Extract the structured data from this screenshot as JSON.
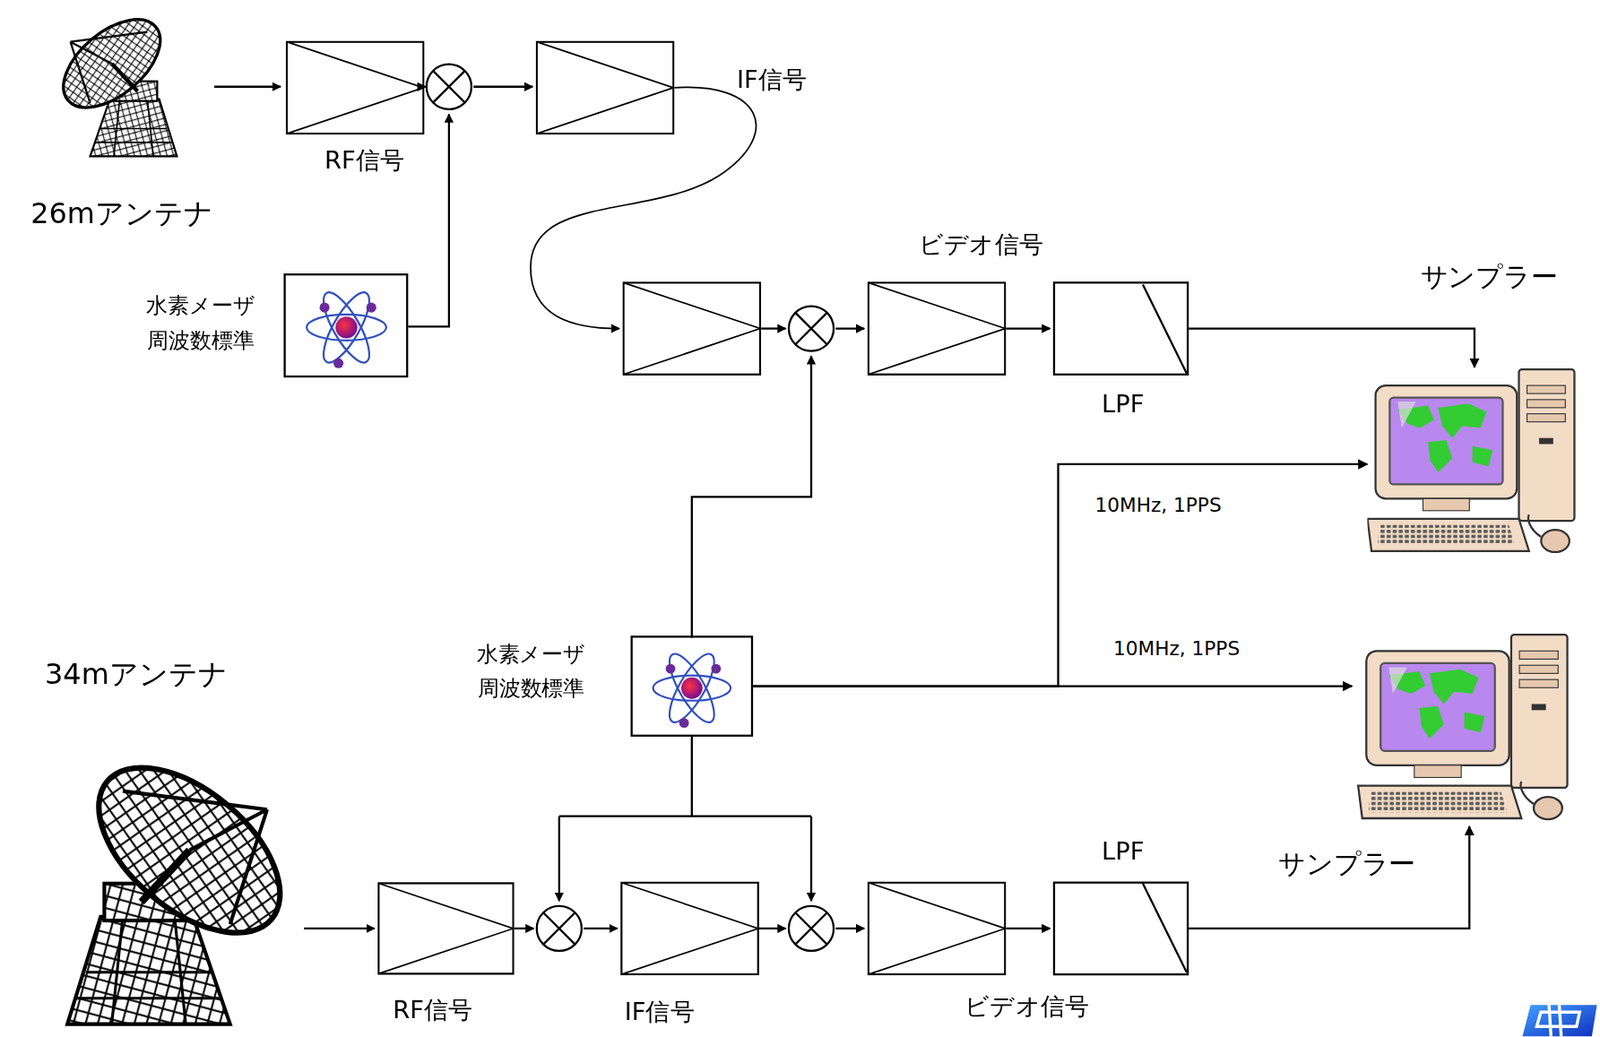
{
  "diagram": {
    "nodes": [
      {
        "text": [
          "26mアンテナ"
        ]
      },
      {
        "text": [
          "水素メーザ 周波数標準"
        ]
      },
      {
        "text": [
          "LPF"
        ]
      },
      {
        "text": [
          "サンプラー"
        ]
      },
      {
        "text": [
          "34mアンテナ"
        ]
      },
      {
        "text": [
          "水素メーザ 周波数標準"
        ]
      },
      {
        "text": [
          "サンプラー"
        ]
      },
      {
        "text": [
          "LPF"
        ]
      }
    ],
    "edges": [
      {
        "from": 2,
        "to": 3,
        "arrow": "to"
      },
      {
        "from": 5,
        "to": 3,
        "label": "10MHz, 1PPS",
        "arrow": "to"
      },
      {
        "from": 5,
        "to": 6,
        "label": "10MHz, 1PPS",
        "arrow": "to"
      },
      {
        "from": 7,
        "to": 6,
        "arrow": "to"
      }
    ],
    "labels": [
      "RF信号",
      "IF信号",
      "ビデオ信号",
      "RF信号",
      "IF信号",
      "ビデオ信号"
    ]
  }
}
